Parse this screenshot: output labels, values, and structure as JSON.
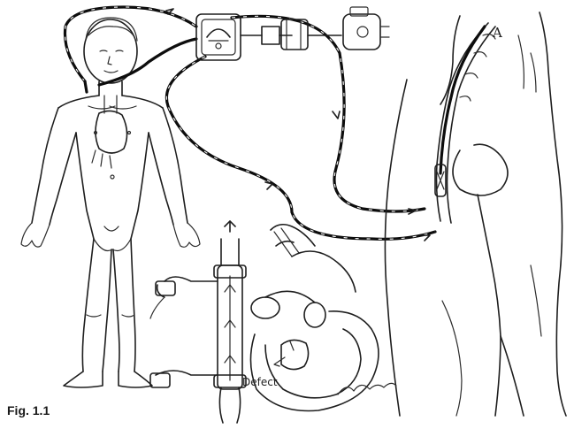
{
  "figure": {
    "caption": "Fig. 1.1",
    "labels": {
      "inset_letter": "A",
      "defect": "Defect"
    }
  }
}
